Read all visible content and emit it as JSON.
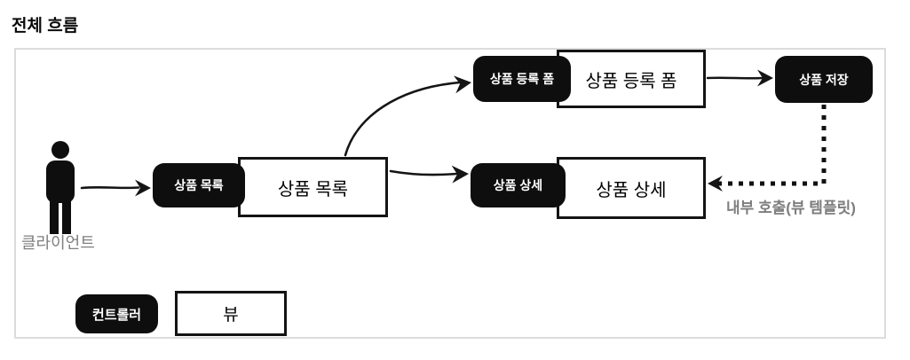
{
  "title": "전체 흐름",
  "client": {
    "label": "클라이언트"
  },
  "nodes": {
    "list_controller": "상품 목록",
    "list_view": "상품 목록",
    "form_controller": "상품 등록 폼",
    "form_view": "상품 등록 폼",
    "save_controller": "상품 저장",
    "detail_controller": "상품 상세",
    "detail_view": "상품 상세"
  },
  "annotation": {
    "internal_call": "내부 호출(뷰 템플릿)"
  },
  "legend": {
    "controller": "컨트롤러",
    "view": "뷰"
  },
  "colors": {
    "controller_bg": "#0e0e0e",
    "controller_text": "#ffffff",
    "view_bg": "#ffffff",
    "view_border": "#141414",
    "arrow": "#151515",
    "muted_text": "#7d7d7d",
    "frame_border": "#dcdcdc"
  }
}
